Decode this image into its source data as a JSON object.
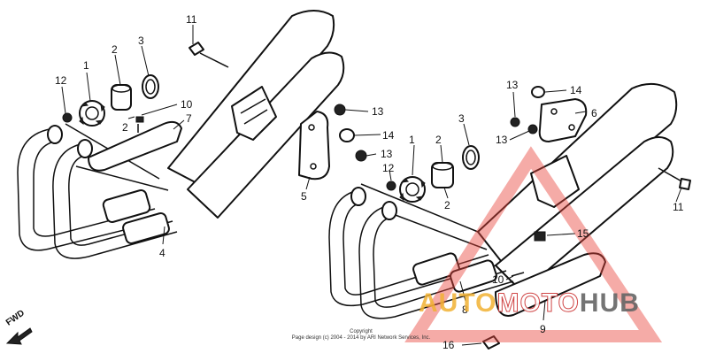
{
  "diagram": {
    "callouts": [
      {
        "id": "c1a",
        "label": "1"
      },
      {
        "id": "c2a",
        "label": "2"
      },
      {
        "id": "c3a",
        "label": "3"
      },
      {
        "id": "c12a",
        "label": "12"
      },
      {
        "id": "c10a",
        "label": "10"
      },
      {
        "id": "c2b",
        "label": "2"
      },
      {
        "id": "c7",
        "label": "7"
      },
      {
        "id": "c11a",
        "label": "11"
      },
      {
        "id": "c4",
        "label": "4"
      },
      {
        "id": "c13a",
        "label": "13"
      },
      {
        "id": "c14a",
        "label": "14"
      },
      {
        "id": "c13b",
        "label": "13"
      },
      {
        "id": "c5",
        "label": "5"
      },
      {
        "id": "c1b",
        "label": "1"
      },
      {
        "id": "c12b",
        "label": "12"
      },
      {
        "id": "c2c",
        "label": "2"
      },
      {
        "id": "c2d",
        "label": "2"
      },
      {
        "id": "c3b",
        "label": "3"
      },
      {
        "id": "c13c",
        "label": "13"
      },
      {
        "id": "c14b",
        "label": "14"
      },
      {
        "id": "c13d",
        "label": "13"
      },
      {
        "id": "c6",
        "label": "6"
      },
      {
        "id": "c11b",
        "label": "11"
      },
      {
        "id": "c15",
        "label": "15"
      },
      {
        "id": "c8",
        "label": "8"
      },
      {
        "id": "c10b",
        "label": "10"
      },
      {
        "id": "c9",
        "label": "9"
      },
      {
        "id": "c16",
        "label": "16"
      }
    ],
    "fwd_label": "FWD",
    "copyright_lines": [
      "Copyright",
      "Page design (c) 2004 - 2014 by ARI Network Services, Inc."
    ]
  },
  "watermark": {
    "auto": "AUTO",
    "moto": "MOTO",
    "hub": "HUB",
    "colors": {
      "auto": "#f2b233",
      "triangle": "#e8453c",
      "hub": "#666666"
    }
  }
}
